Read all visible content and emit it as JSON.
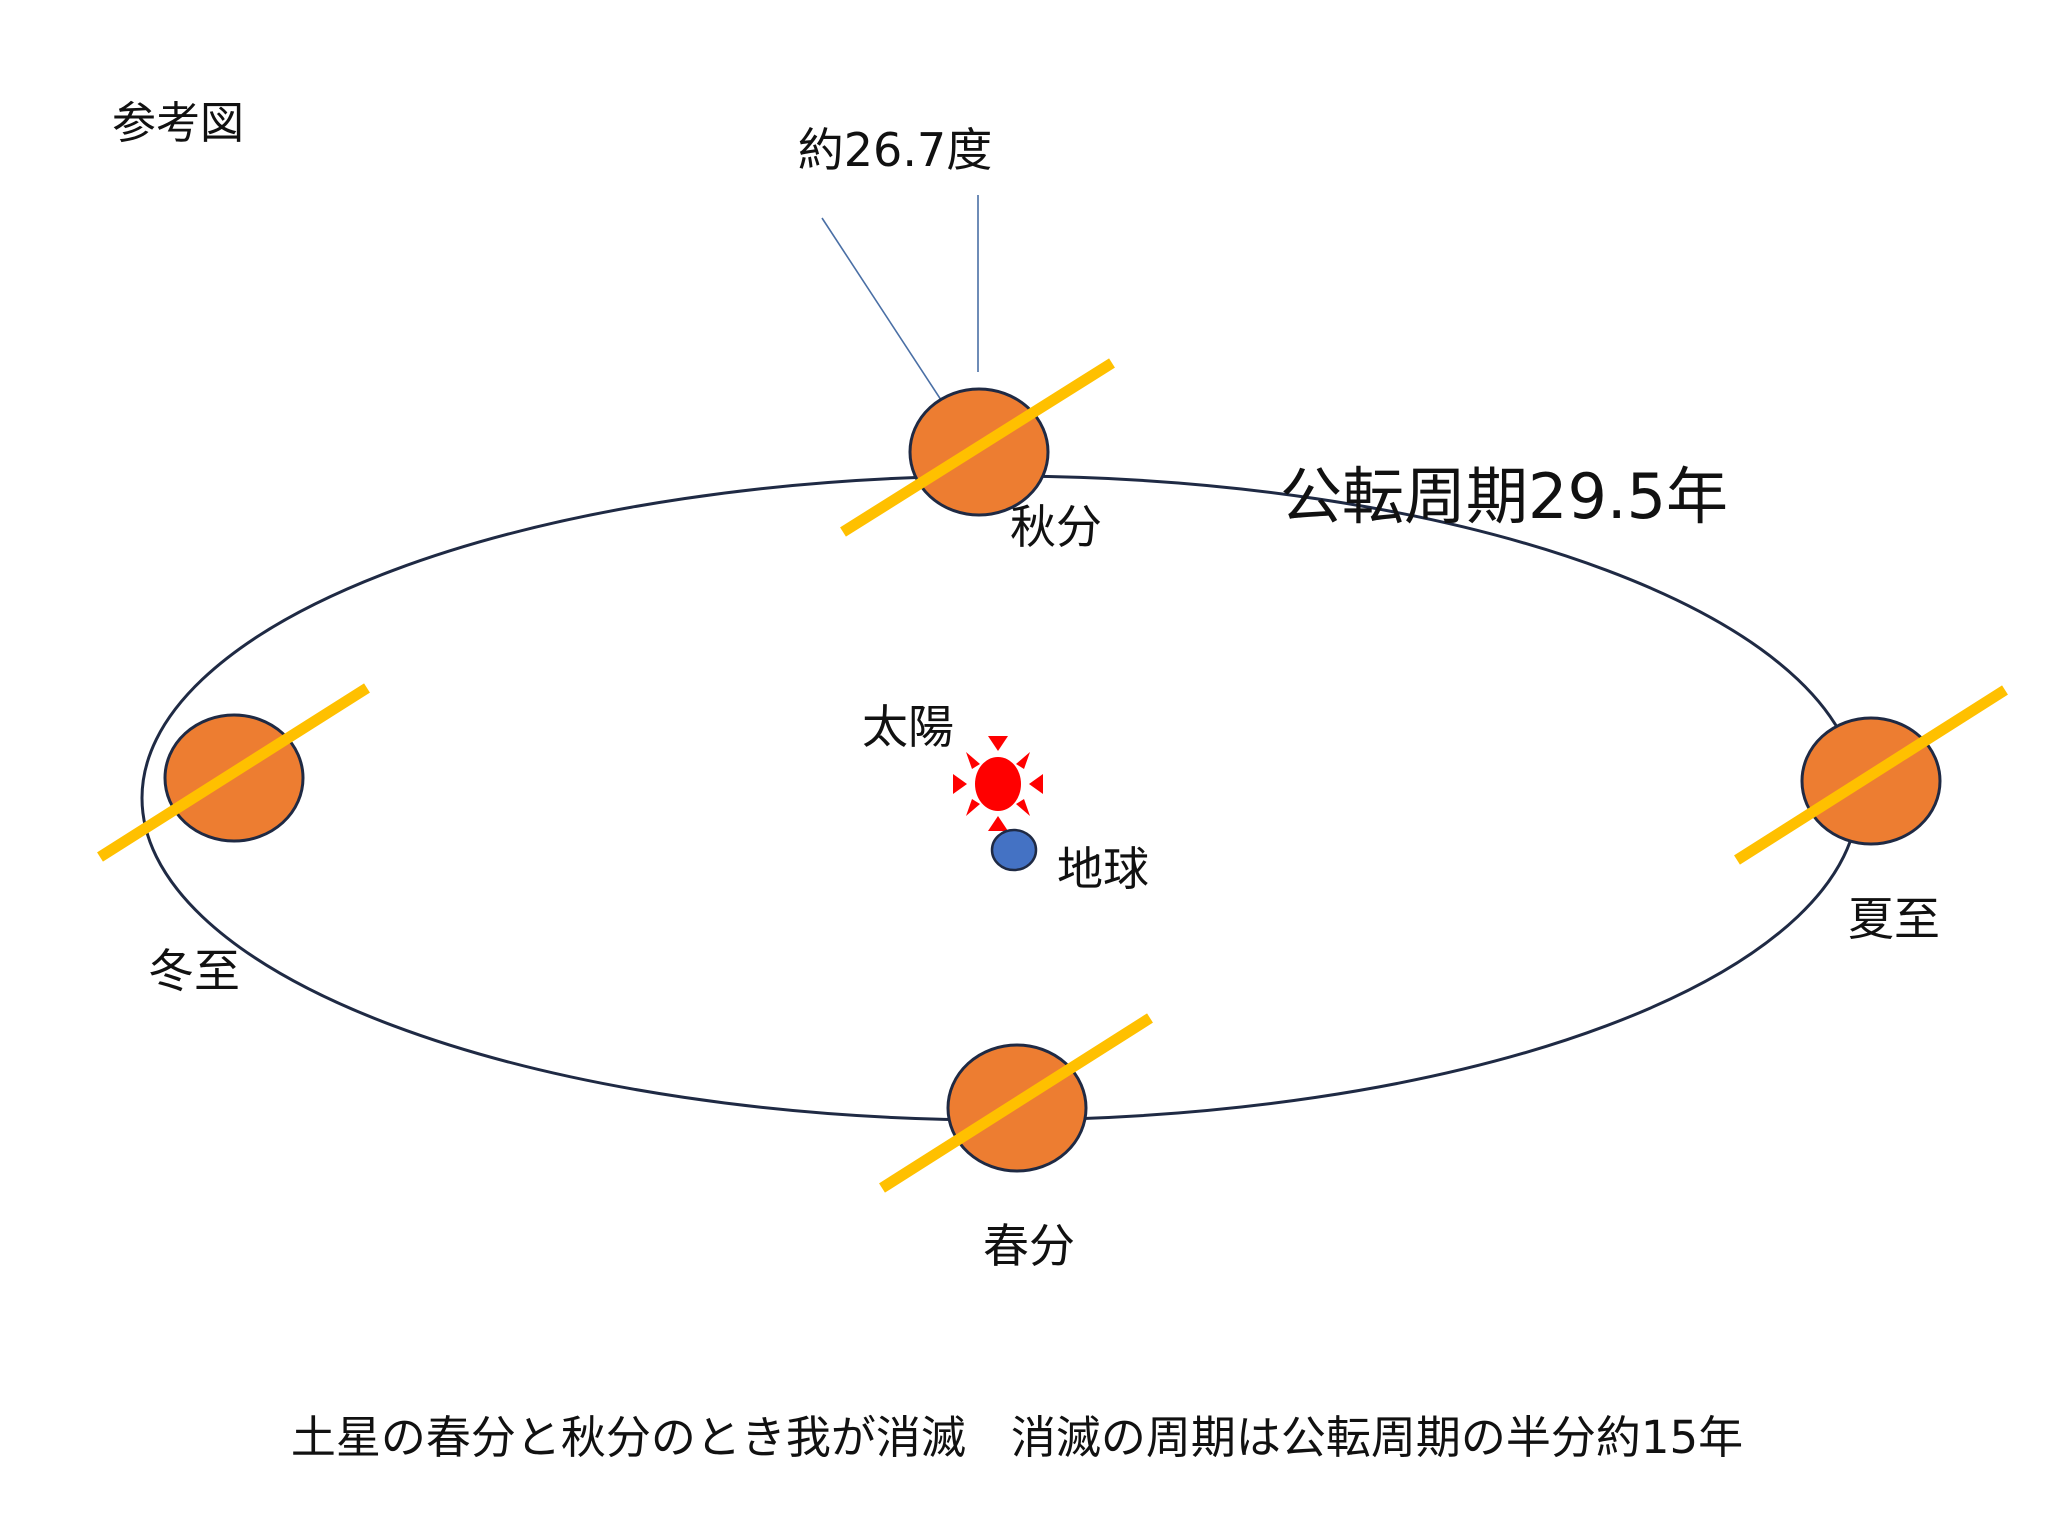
{
  "title": "参考図",
  "tilt_label": "約26.7度",
  "period_label": "公転周期29.5年",
  "sun": {
    "label": "太陽"
  },
  "earth": {
    "label": "地球"
  },
  "positions": {
    "autumn": "秋分",
    "winter": "冬至",
    "summer": "夏至",
    "spring": "春分"
  },
  "caption": "土星の春分と秋分のとき我が消滅　消滅の周期は公転周期の半分約15年",
  "colors": {
    "planet": "#ED7D31",
    "axis": "#FFC000",
    "orbit": "#1F2A44",
    "sun": "#FF0000",
    "earth": "#4472C4"
  }
}
